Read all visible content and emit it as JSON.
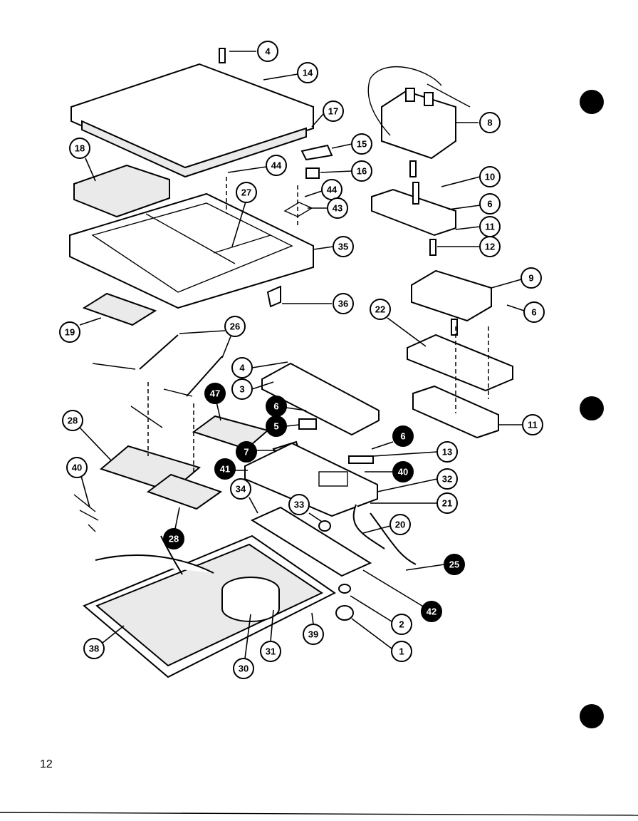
{
  "page": {
    "number": "12"
  },
  "callouts": [
    "4",
    "14",
    "17",
    "8",
    "18",
    "44",
    "15",
    "16",
    "10",
    "27",
    "44",
    "43",
    "6",
    "11",
    "12",
    "35",
    "9",
    "36",
    "22",
    "6",
    "19",
    "26",
    "4",
    "3",
    "47",
    "6",
    "5",
    "11",
    "28",
    "7",
    "6",
    "13",
    "40",
    "41",
    "40",
    "32",
    "21",
    "34",
    "33",
    "20",
    "25",
    "28",
    "42",
    "2",
    "1",
    "38",
    "30",
    "31",
    "39"
  ],
  "punch_holes": 3
}
